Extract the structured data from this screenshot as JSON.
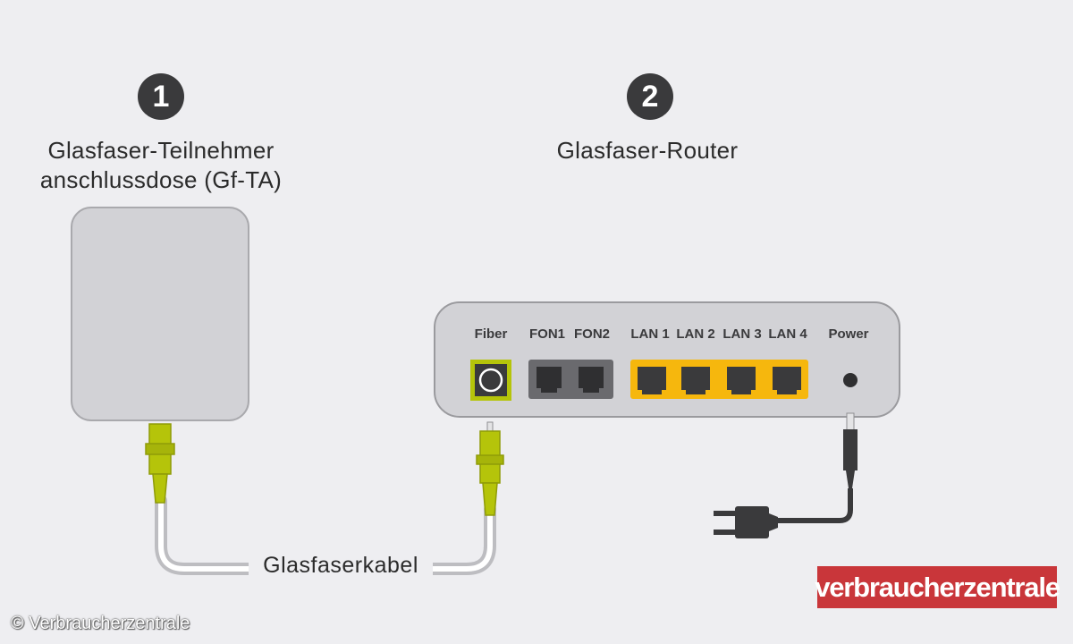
{
  "steps": [
    {
      "number": "1",
      "title_line1": "Glasfaser-Teilnehmer",
      "title_line2": "anschlussdose (Gf-TA)"
    },
    {
      "number": "2",
      "title": "Glasfaser-Router"
    }
  ],
  "router_ports": {
    "fiber": "Fiber",
    "fon1": "FON1",
    "fon2": "FON2",
    "lan1": "LAN 1",
    "lan2": "LAN 2",
    "lan3": "LAN 3",
    "lan4": "LAN 4",
    "power": "Power"
  },
  "cable_label": "Glasfaserkabel",
  "brand_logo": "verbraucherzentrale",
  "copyright": "© Verbraucherzentrale",
  "colors": {
    "background": "#eeeef1",
    "device_gray": "#d2d2d6",
    "fiber_green": "#b5c40a",
    "lan_yellow": "#f6b70d",
    "brand_red": "#c9363a",
    "dark": "#3a3a3c"
  }
}
